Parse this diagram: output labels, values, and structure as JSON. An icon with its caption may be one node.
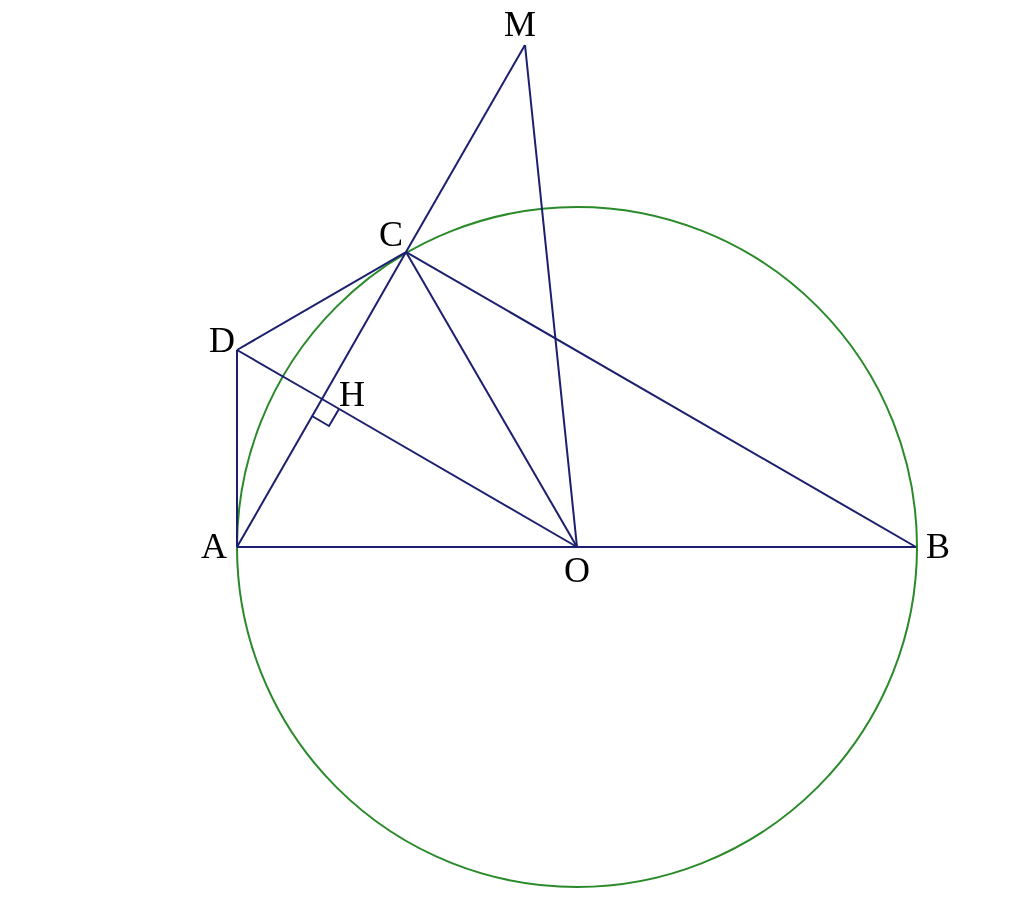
{
  "diagram": {
    "nodes": [
      {
        "text": [
          "M"
        ]
      },
      {
        "text": [
          "C"
        ]
      },
      {
        "text": [
          "D"
        ]
      },
      {
        "text": [
          "H"
        ]
      },
      {
        "text": [
          "A"
        ]
      },
      {
        "text": [
          "O"
        ]
      },
      {
        "text": [
          "B"
        ]
      }
    ],
    "edges": [
      {
        "from": 4,
        "to": 5,
        "arrow": "none"
      },
      {
        "from": 5,
        "to": 6,
        "arrow": "none"
      },
      {
        "from": 4,
        "to": 2,
        "arrow": "none"
      },
      {
        "from": 2,
        "to": 1,
        "arrow": "none"
      },
      {
        "from": 2,
        "to": 3,
        "arrow": "none"
      },
      {
        "from": 3,
        "to": 5,
        "arrow": "none"
      },
      {
        "from": 4,
        "to": 3,
        "arrow": "none"
      },
      {
        "from": 3,
        "to": 1,
        "arrow": "none"
      },
      {
        "from": 1,
        "to": 0,
        "arrow": "none"
      },
      {
        "from": 0,
        "to": 5,
        "arrow": "none"
      },
      {
        "from": 1,
        "to": 5,
        "arrow": "none"
      },
      {
        "from": 1,
        "to": 6,
        "arrow": "none"
      }
    ]
  }
}
